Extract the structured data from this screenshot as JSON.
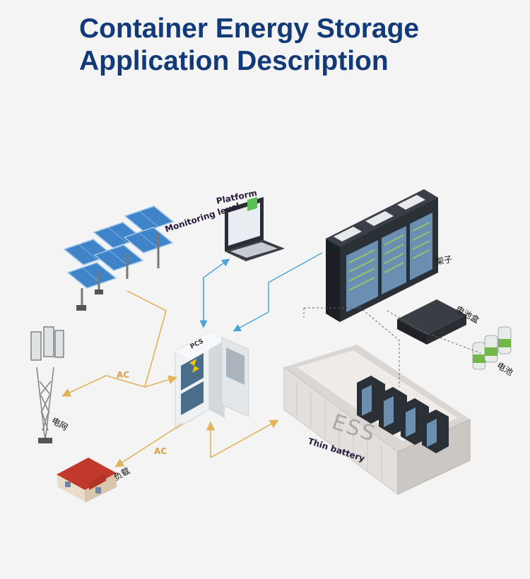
{
  "title": {
    "line1": "Container Energy Storage",
    "line2": "Application Description"
  },
  "labels": {
    "monitoring_level": "Monitoring level",
    "platform": "Platform",
    "rack": "架子",
    "battery_box": "电池盒",
    "battery": "电池",
    "pcs": "PCS",
    "ess": "ESS",
    "thin_battery": "Thin battery",
    "grid": "电网",
    "load": "负载",
    "ac_grid": "AC",
    "ac_load": "AC"
  },
  "colors": {
    "title": "#123a78",
    "ac_flow": "#e0b45a",
    "data_flow": "#4aa3d6",
    "dashed": "#666666",
    "panel": "#3f83c8",
    "rack": "#2b2f36"
  },
  "icons": [
    "solar-panel-array",
    "laptop",
    "server-rack",
    "battery-box",
    "battery-cells",
    "pcs-cabinet",
    "telecom-tower",
    "house",
    "ess-container"
  ]
}
